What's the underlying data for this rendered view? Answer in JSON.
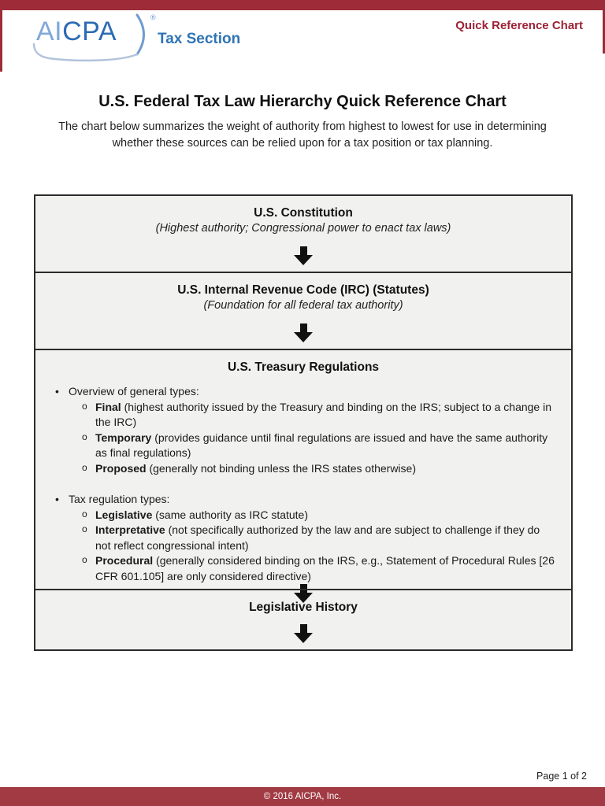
{
  "header": {
    "logo": {
      "brand_left": "AI",
      "brand_right": "CPA",
      "registered": "®",
      "tagline": "Tax Section"
    },
    "doc_label": "Quick Reference Chart"
  },
  "title": "U.S. Federal Tax Law Hierarchy Quick Reference Chart",
  "subtitle": "The chart below summarizes the weight of authority from highest to lowest for use in determining whether these sources can be relied upon for a tax position or tax planning.",
  "colors": {
    "brand_red": "#9d2c38",
    "footer_red": "#a13a42",
    "label_red": "#9d2235",
    "logo_blue_dark": "#2c6bb3",
    "logo_blue_light": "#7fa8d9",
    "tagline_blue": "#2e74b5",
    "box_fill": "#f1f1f0",
    "box_border": "#2b2b2b"
  },
  "flowchart": {
    "nodes": [
      {
        "heading": "U.S. Constitution",
        "subtext": "(Highest authority; Congressional power to enact tax laws)"
      },
      {
        "heading": "U.S. Internal Revenue Code (IRC) (Statutes)",
        "subtext": "(Foundation for all federal tax authority)"
      },
      {
        "heading": "U.S. Treasury Regulations",
        "groups": [
          {
            "label": "Overview of general types:",
            "items": [
              {
                "term": "Final",
                "desc": "(highest authority issued by the Treasury and binding on the IRS; subject to a change in the IRC)"
              },
              {
                "term": "Temporary",
                "desc": "(provides guidance until final regulations are issued and have the same authority as final regulations)"
              },
              {
                "term": "Proposed",
                "desc": "(generally not binding unless the IRS states otherwise)"
              }
            ]
          },
          {
            "label": "Tax regulation types:",
            "items": [
              {
                "term": "Legislative",
                "desc": "(same authority as IRC statute)"
              },
              {
                "term": "Interpretative",
                "desc": "(not specifically authorized by the law and are subject to challenge if they do not reflect congressional intent)"
              },
              {
                "term": "Procedural",
                "desc": "(generally considered binding on the IRS, e.g., Statement of Procedural Rules [26 CFR 601.105] are only considered directive)"
              }
            ]
          }
        ]
      },
      {
        "heading": "Legislative History"
      }
    ]
  },
  "footer": {
    "page_label": "Page 1 of 2",
    "copyright": "© 2016 AICPA, Inc."
  }
}
